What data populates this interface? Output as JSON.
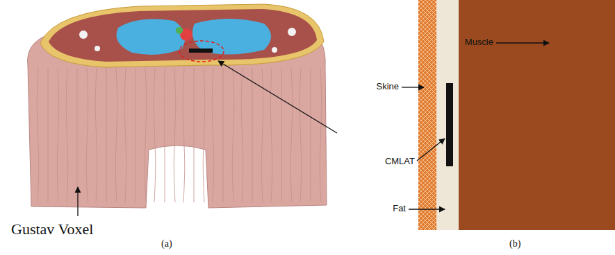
{
  "diagram": {
    "labels": [
      "Gustav Voxel",
      "(a)",
      "Muscle",
      "Skine",
      "CMLAT",
      "Fat",
      "(b)"
    ]
  }
}
